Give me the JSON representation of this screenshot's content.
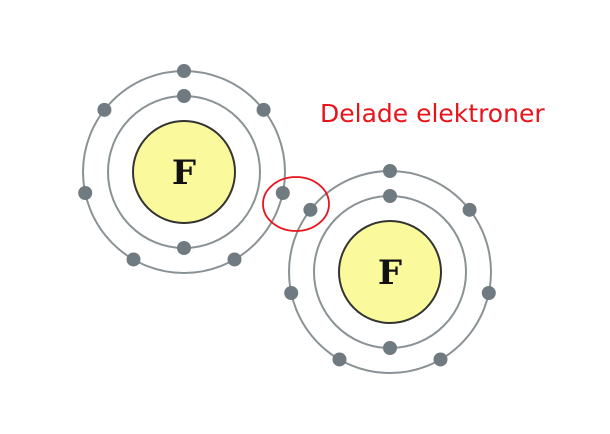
{
  "title_label": "Delade elektroner",
  "atoms": [
    {
      "symbol": "F",
      "inner_electrons": 2,
      "outer_electrons": 7
    },
    {
      "symbol": "F",
      "inner_electrons": 2,
      "outer_electrons": 7
    }
  ],
  "colors": {
    "nucleus": "#fafa9c",
    "shell": "#8a9296",
    "electron": "#6f7b80",
    "highlight": "#e8141c"
  }
}
